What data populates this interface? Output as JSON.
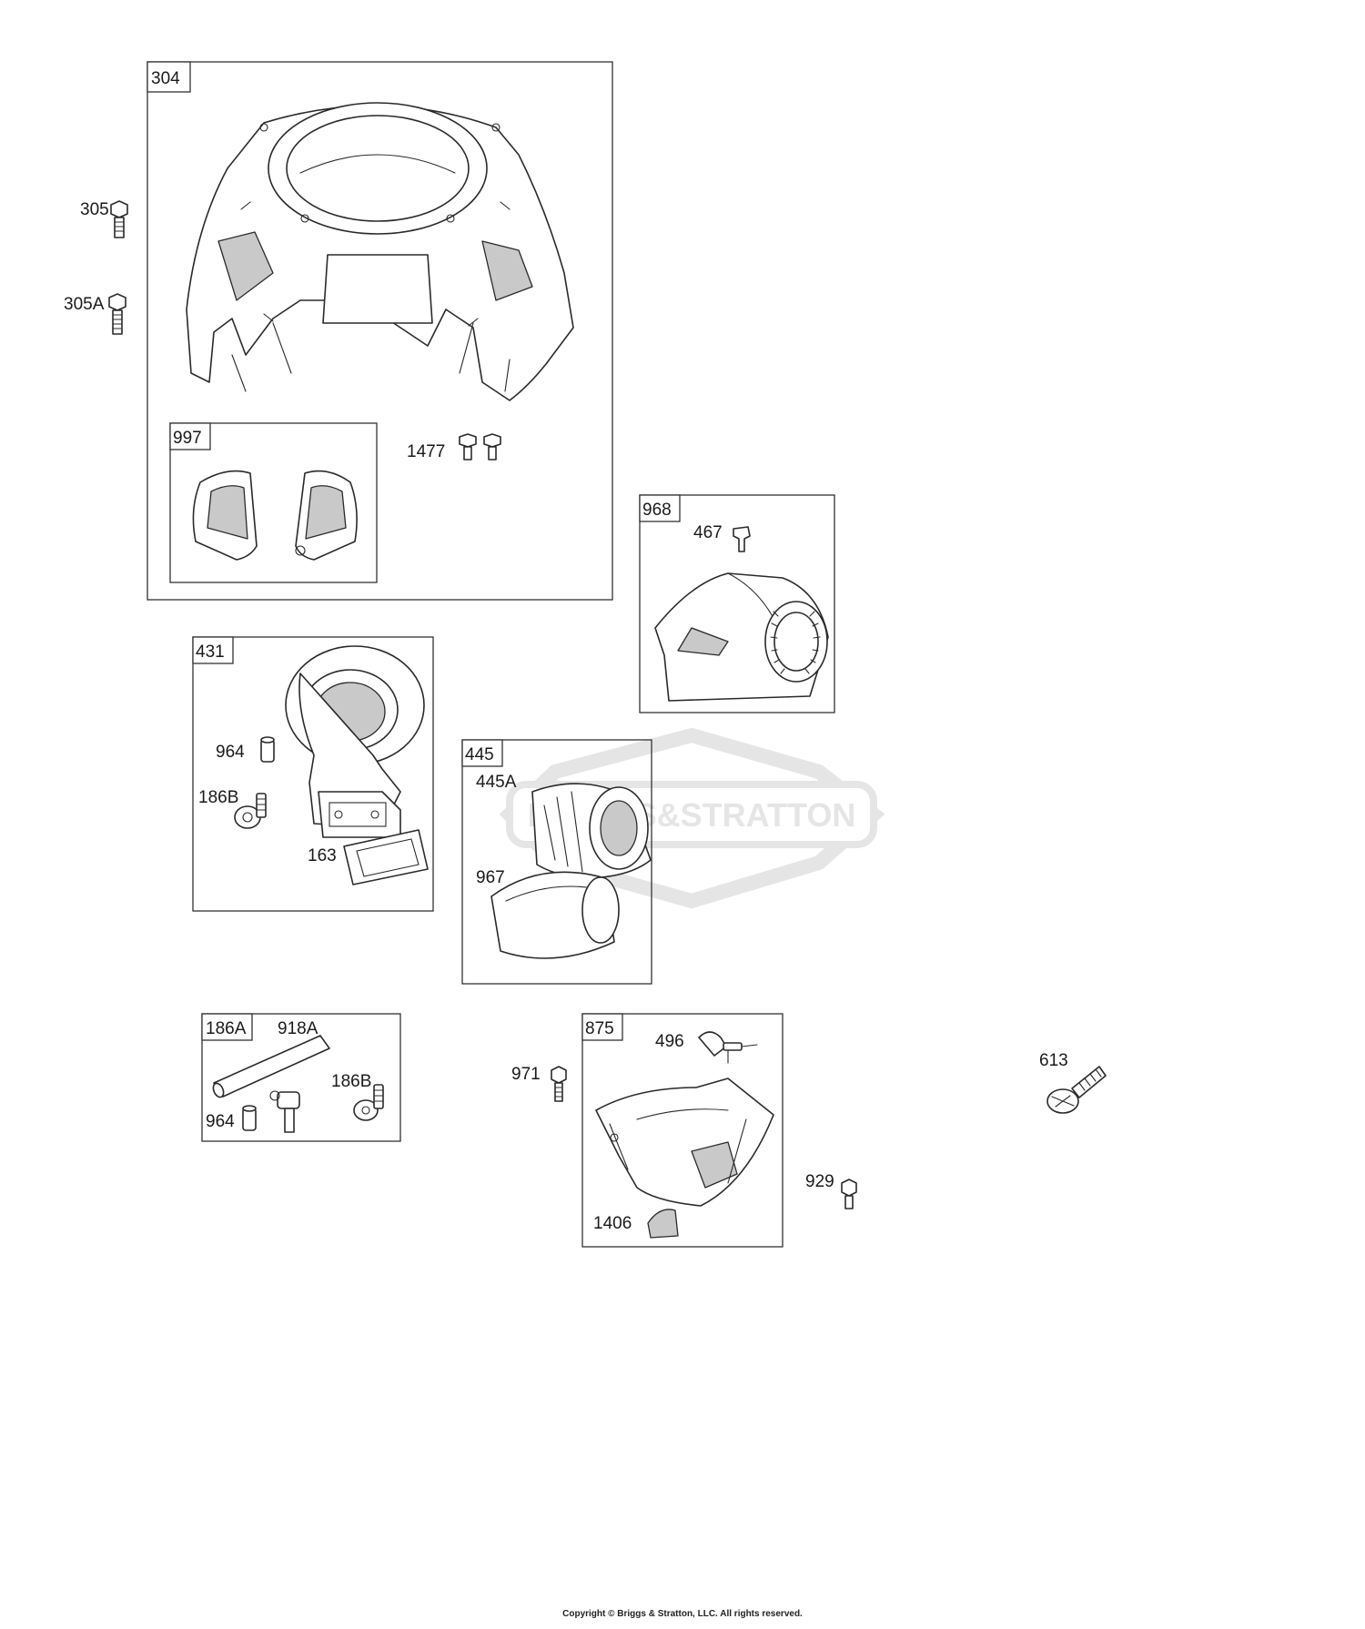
{
  "watermark": {
    "brand_text": "BRIGGS&STRATTON",
    "color": "#e6e6e6"
  },
  "groups": [
    {
      "id": "304",
      "label": "304"
    },
    {
      "id": "997",
      "label": "997"
    },
    {
      "id": "968",
      "label": "968"
    },
    {
      "id": "431",
      "label": "431"
    },
    {
      "id": "445",
      "label": "445"
    },
    {
      "id": "186A",
      "label": "186A"
    },
    {
      "id": "875",
      "label": "875"
    }
  ],
  "callouts": [
    {
      "id": "305",
      "label": "305"
    },
    {
      "id": "305A",
      "label": "305A"
    },
    {
      "id": "1477",
      "label": "1477"
    },
    {
      "id": "467",
      "label": "467"
    },
    {
      "id": "964a",
      "label": "964"
    },
    {
      "id": "186Ba",
      "label": "186B"
    },
    {
      "id": "163",
      "label": "163"
    },
    {
      "id": "445A",
      "label": "445A"
    },
    {
      "id": "967",
      "label": "967"
    },
    {
      "id": "918A",
      "label": "918A"
    },
    {
      "id": "186Bb",
      "label": "186B"
    },
    {
      "id": "964b",
      "label": "964"
    },
    {
      "id": "971",
      "label": "971"
    },
    {
      "id": "496",
      "label": "496"
    },
    {
      "id": "929",
      "label": "929"
    },
    {
      "id": "1406",
      "label": "1406"
    },
    {
      "id": "613",
      "label": "613"
    }
  ],
  "footer": {
    "copyright": "Copyright © Briggs & Stratton, LLC. All rights reserved."
  }
}
